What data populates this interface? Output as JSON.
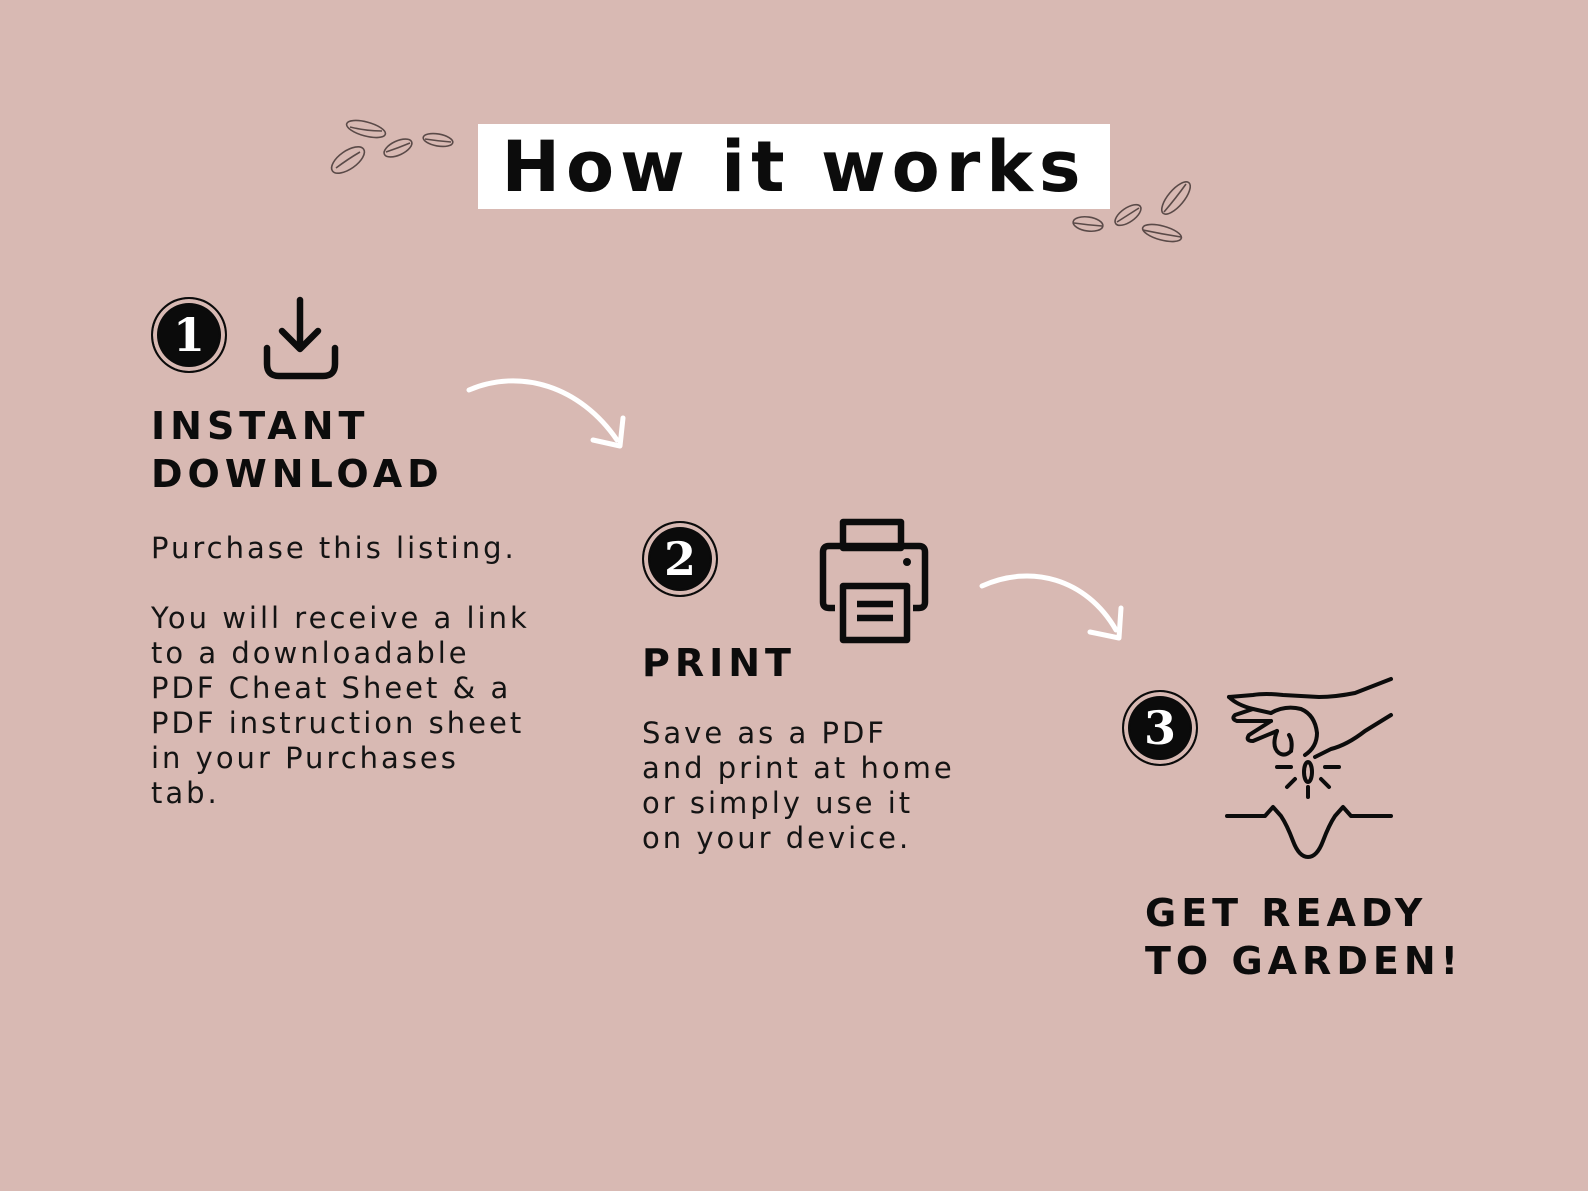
{
  "title": "How it works",
  "steps": [
    {
      "number": "1",
      "icon": "download-icon",
      "heading_lines": [
        "INSTANT",
        "DOWNLOAD"
      ],
      "paragraphs": [
        [
          "Purchase this listing."
        ],
        [
          "You will receive a link",
          "to a downloadable",
          "PDF Cheat Sheet & a",
          "PDF instruction sheet",
          "in your Purchases",
          "tab."
        ]
      ]
    },
    {
      "number": "2",
      "icon": "printer-icon",
      "heading_lines": [
        "PRINT"
      ],
      "paragraphs": [
        [
          "Save as a PDF",
          "and print at home",
          "or simply use it",
          "on your device."
        ]
      ]
    },
    {
      "number": "3",
      "icon": "planting-seed-icon",
      "heading_lines": [
        "GET READY",
        "TO GARDEN!"
      ],
      "paragraphs": []
    }
  ],
  "colors": {
    "background": "#d8b9b3",
    "title_box": "#ffffff",
    "ink": "#0c0c0c",
    "arrow": "#ffffff"
  }
}
